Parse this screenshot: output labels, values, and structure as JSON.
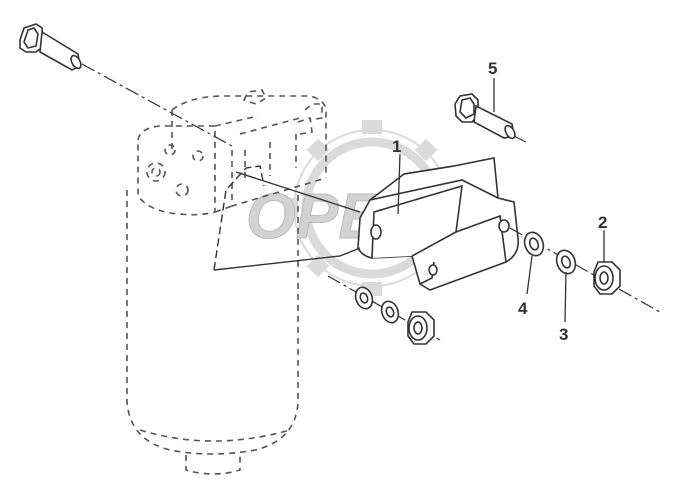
{
  "watermark": {
    "text": "OPEX",
    "color": "#d7d7d7"
  },
  "callouts": [
    {
      "id": "1",
      "label": "1"
    },
    {
      "id": "2",
      "label": "2"
    },
    {
      "id": "3",
      "label": "3"
    },
    {
      "id": "4",
      "label": "4"
    },
    {
      "id": "5",
      "label": "5"
    }
  ],
  "colors": {
    "line": "#333333",
    "dashed": "#555555",
    "fill": "#ffffff"
  }
}
